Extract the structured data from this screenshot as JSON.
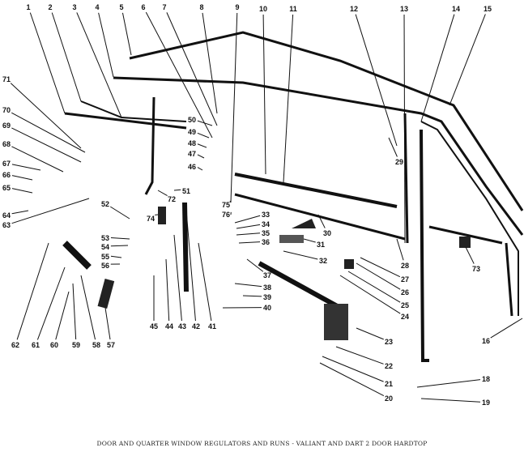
{
  "caption": "DOOR AND QUARTER WINDOW REGULATORS AND RUNS - VALIANT AND DART 2 DOOR HARDTOP",
  "callouts": [
    "1",
    "2",
    "3",
    "4",
    "5",
    "6",
    "7",
    "8",
    "9",
    "10",
    "11",
    "12",
    "13",
    "14",
    "15",
    "16",
    "18",
    "19",
    "20",
    "21",
    "22",
    "23",
    "24",
    "25",
    "26",
    "27",
    "28",
    "29",
    "30",
    "31",
    "32",
    "33",
    "34",
    "35",
    "36",
    "37",
    "38",
    "39",
    "40",
    "41",
    "42",
    "43",
    "44",
    "45",
    "46",
    "47",
    "48",
    "49",
    "50",
    "51",
    "52",
    "53",
    "54",
    "55",
    "56",
    "57",
    "58",
    "59",
    "60",
    "61",
    "62",
    "63",
    "64",
    "65",
    "66",
    "67",
    "68",
    "69",
    "70",
    "71",
    "72",
    "73",
    "74",
    "75",
    "76"
  ]
}
